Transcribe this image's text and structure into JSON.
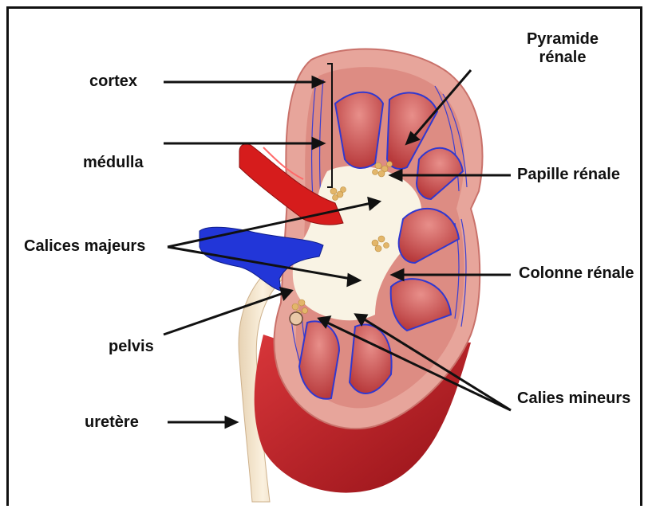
{
  "labels": {
    "cortex": "cortex",
    "medulla": "médulla",
    "calices_majeurs": "Calices majeurs",
    "pelvis": "pelvis",
    "uretere": "uretère",
    "pyramide_line1": "Pyramide",
    "pyramide_line2": "rénale",
    "papille": "Papille rénale",
    "colonne": "Colonne rénale",
    "calies_mineurs": "Calies mineurs"
  },
  "colors": {
    "capsule": "#e9a39a",
    "cortex": "#dc8a82",
    "pyramid": "#c84848",
    "outer_red": "#b8232a",
    "sinus": "#f8f1df",
    "vein": "#2236d8",
    "artery": "#d81c1c",
    "ureter": "#f0dfc4",
    "papilla": "#e3b66a",
    "line": "#111111"
  }
}
